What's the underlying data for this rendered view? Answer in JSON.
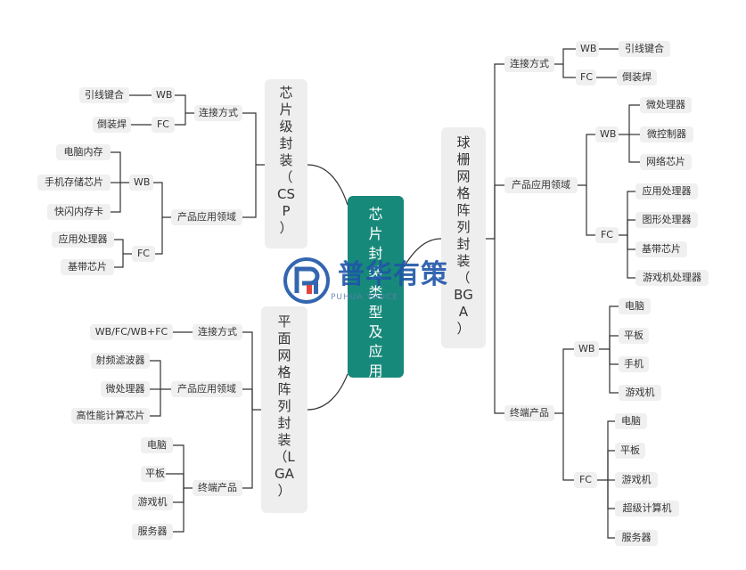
{
  "center": {
    "title": "芯片封装类型及应用"
  },
  "csp": {
    "title": "芯片级封装（CSP）",
    "title_chars": [
      "芯",
      "片",
      "级",
      "封",
      "装",
      "（",
      "CS",
      "P",
      "）"
    ],
    "connection": {
      "label": "连接方式",
      "wb": "WB",
      "fc": "FC",
      "wb_item": "引线键合",
      "fc_item": "倒装焊"
    },
    "apps": {
      "label": "产品应用领域",
      "wb": "WB",
      "fc": "FC",
      "wb_items": [
        "电脑内存",
        "手机存储芯片",
        "快闪内存卡"
      ],
      "fc_items": [
        "应用处理器",
        "基带芯片"
      ]
    }
  },
  "lga": {
    "title": "平面网格阵列封装（LGA）",
    "title_chars": [
      "平",
      "面",
      "网",
      "格",
      "阵",
      "列",
      "封",
      "装",
      "（L",
      "GA",
      "）"
    ],
    "connection": {
      "label": "连接方式",
      "value": "WB/FC/WB+FC"
    },
    "apps": {
      "label": "产品应用领域",
      "items": [
        "射频滤波器",
        "微处理器",
        "高性能计算芯片"
      ]
    },
    "terminals": {
      "label": "终端产品",
      "items": [
        "电脑",
        "平板",
        "游戏机",
        "服务器"
      ]
    }
  },
  "bga": {
    "title": "球栅网格阵列封装（BGA）",
    "title_chars": [
      "球",
      "栅",
      "网",
      "格",
      "阵",
      "列",
      "封",
      "装",
      "（",
      "BG",
      "A",
      "）"
    ],
    "connection": {
      "label": "连接方式",
      "wb": "WB",
      "fc": "FC",
      "wb_item": "引线键合",
      "fc_item": "倒装焊"
    },
    "apps": {
      "label": "产品应用领域",
      "wb": "WB",
      "fc": "FC",
      "wb_items": [
        "微处理器",
        "微控制器",
        "网络芯片"
      ],
      "fc_items": [
        "应用处理器",
        "图形处理器",
        "基带芯片",
        "游戏机处理器"
      ]
    },
    "terminals": {
      "label": "终端产品",
      "wb": "WB",
      "fc": "FC",
      "wb_items": [
        "电脑",
        "平板",
        "手机",
        "游戏机"
      ],
      "fc_items": [
        "电脑",
        "平板",
        "游戏机",
        "超级计算机",
        "服务器"
      ]
    }
  },
  "watermark": {
    "text": "普华有策",
    "sub": "PUHUA YOUCE"
  },
  "colors": {
    "center": "#17897a",
    "line": "#333333",
    "node_bg": "#f0f0f0",
    "watermark": "#1f56a8"
  }
}
